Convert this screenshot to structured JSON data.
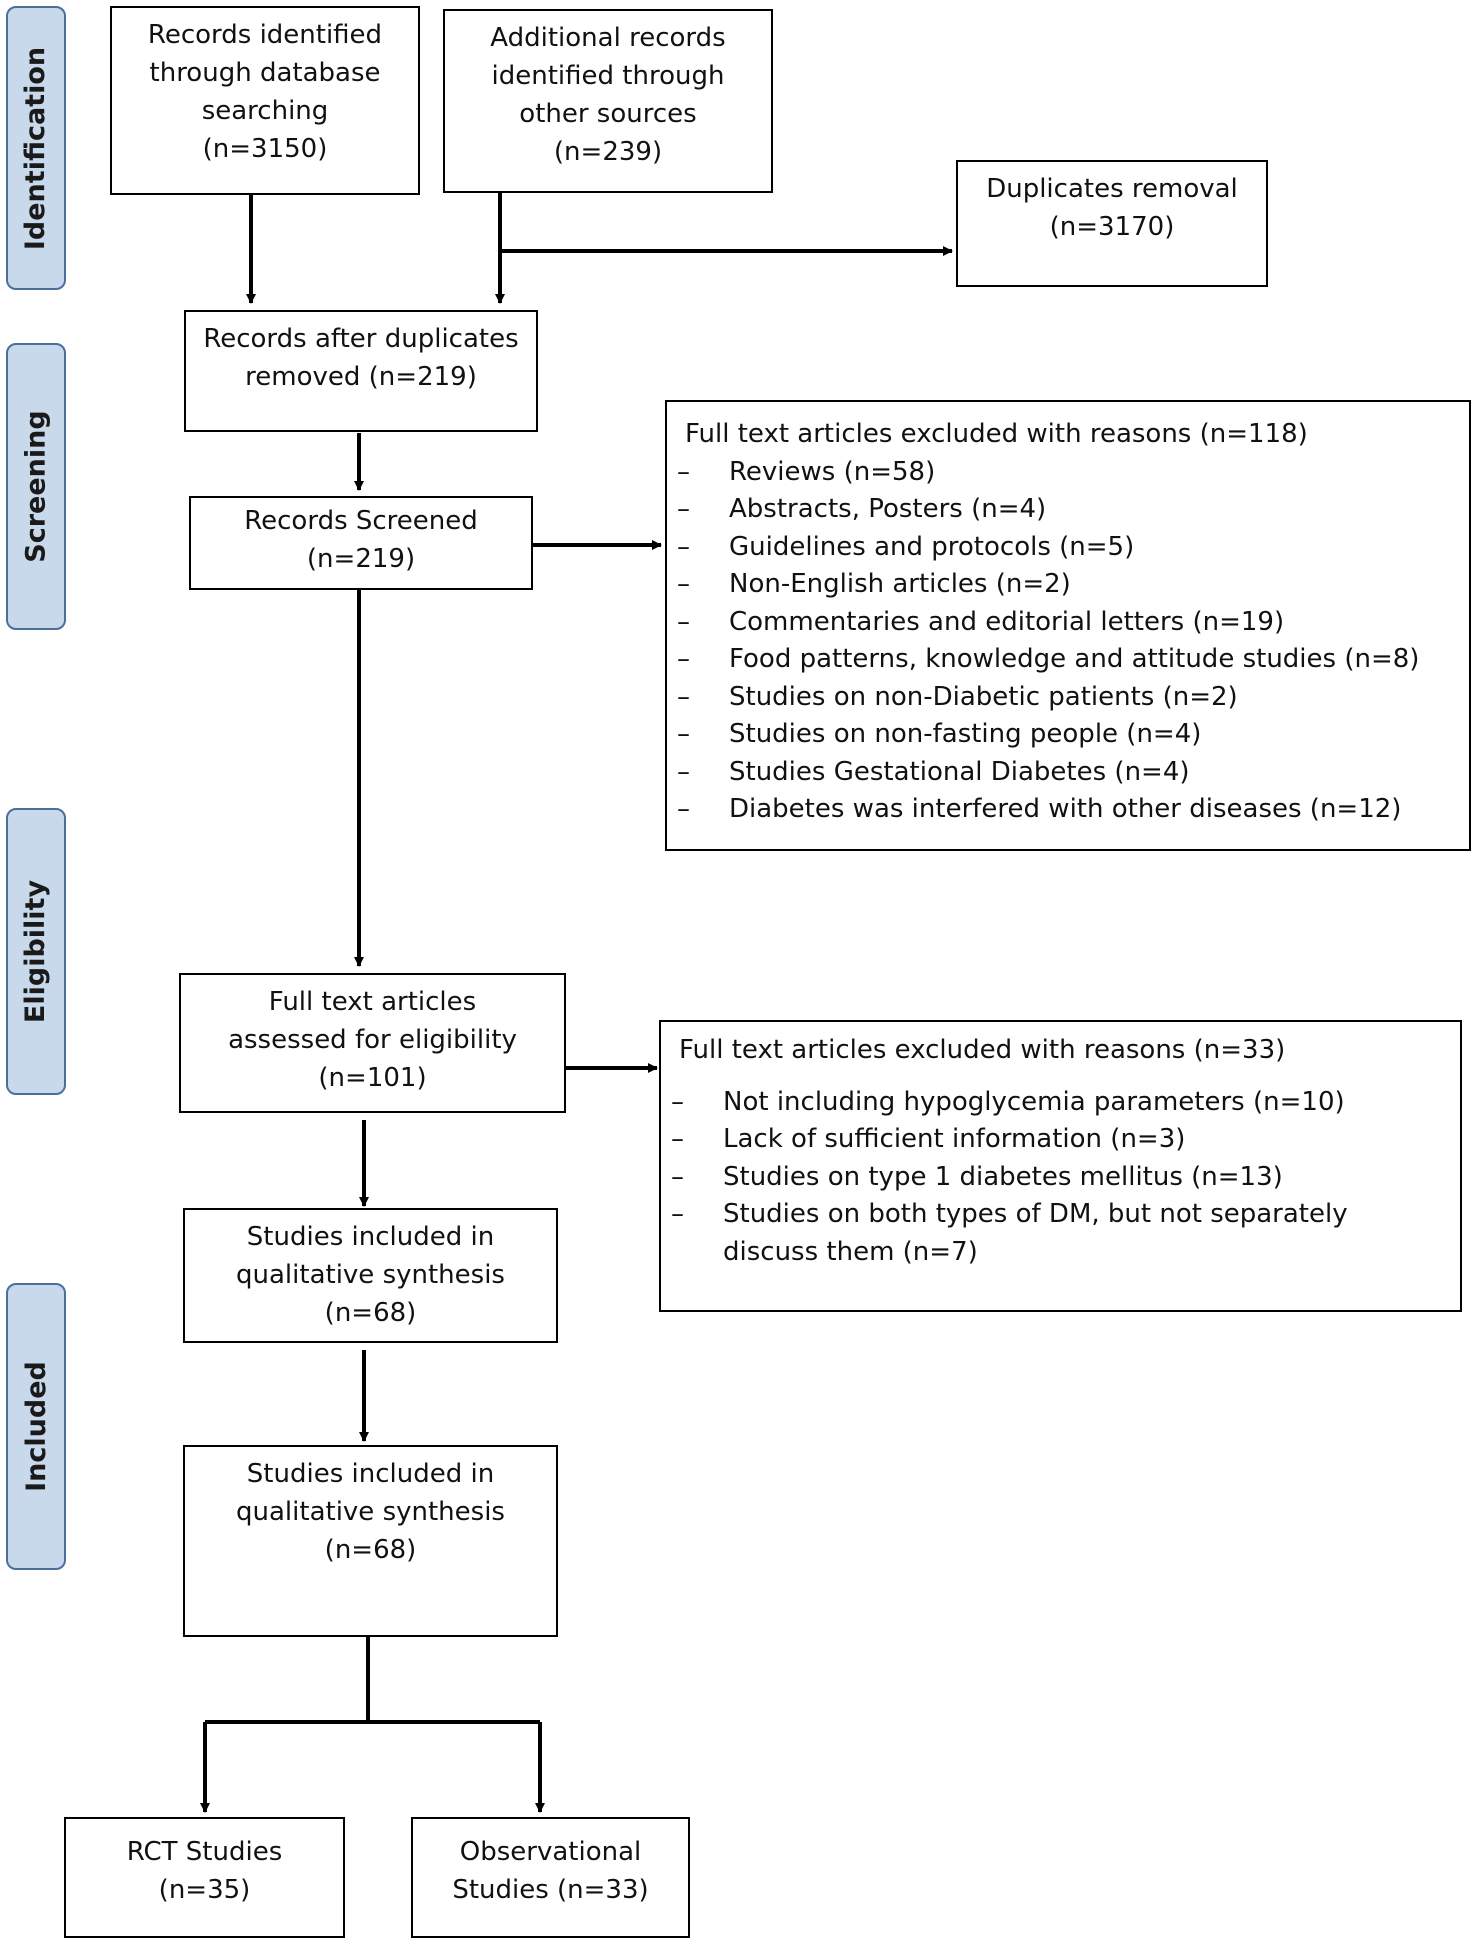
{
  "stages": [
    "Identification",
    "Screening",
    "Eligibility",
    "Included"
  ],
  "boxes": {
    "db_search": [
      "Records identified",
      "through database",
      "searching",
      "(n=3150)"
    ],
    "other_sources": [
      "Additional records",
      "identified through",
      "other sources",
      "(n=239)"
    ],
    "duplicates_removal": [
      "Duplicates removal",
      "(n=3170)"
    ],
    "after_duplicates": [
      "Records after duplicates",
      "removed (n=219)"
    ],
    "screened": [
      "Records Screened",
      "(n=219)"
    ],
    "full_text_assessed": [
      "Full text articles",
      "assessed for eligibility",
      "(n=101)"
    ],
    "qualitative_1": [
      "Studies included in",
      "qualitative synthesis",
      "(n=68)"
    ],
    "qualitative_2": [
      "Studies included in",
      "qualitative synthesis",
      "(n=68)"
    ],
    "rct": [
      "RCT Studies",
      "(n=35)"
    ],
    "observational": [
      "Observational",
      "Studies (n=33)"
    ]
  },
  "exclusions_screening": {
    "heading": "Full text articles excluded with reasons (n=118)",
    "items": [
      "Reviews (n=58)",
      "Abstracts, Posters (n=4)",
      "Guidelines and protocols (n=5)",
      "Non-English articles (n=2)",
      "Commentaries and editorial letters (n=19)",
      "Food patterns, knowledge and attitude studies (n=8)",
      "Studies on non-Diabetic patients (n=2)",
      "Studies on non-fasting people (n=4)",
      "Studies Gestational Diabetes (n=4)",
      "Diabetes was interfered with other diseases (n=12)"
    ]
  },
  "exclusions_eligibility": {
    "heading": "Full text articles excluded with reasons (n=33)",
    "items": [
      "Not including hypoglycemia parameters (n=10)",
      "Lack of sufficient information (n=3)",
      "Studies on type 1 diabetes mellitus (n=13)",
      "Studies on both types of DM, but not separately discuss them (n=7)"
    ]
  },
  "colors": {
    "stage_fill": "#c9d9ec",
    "stage_border": "#4a6f9c",
    "line": "#000000"
  }
}
